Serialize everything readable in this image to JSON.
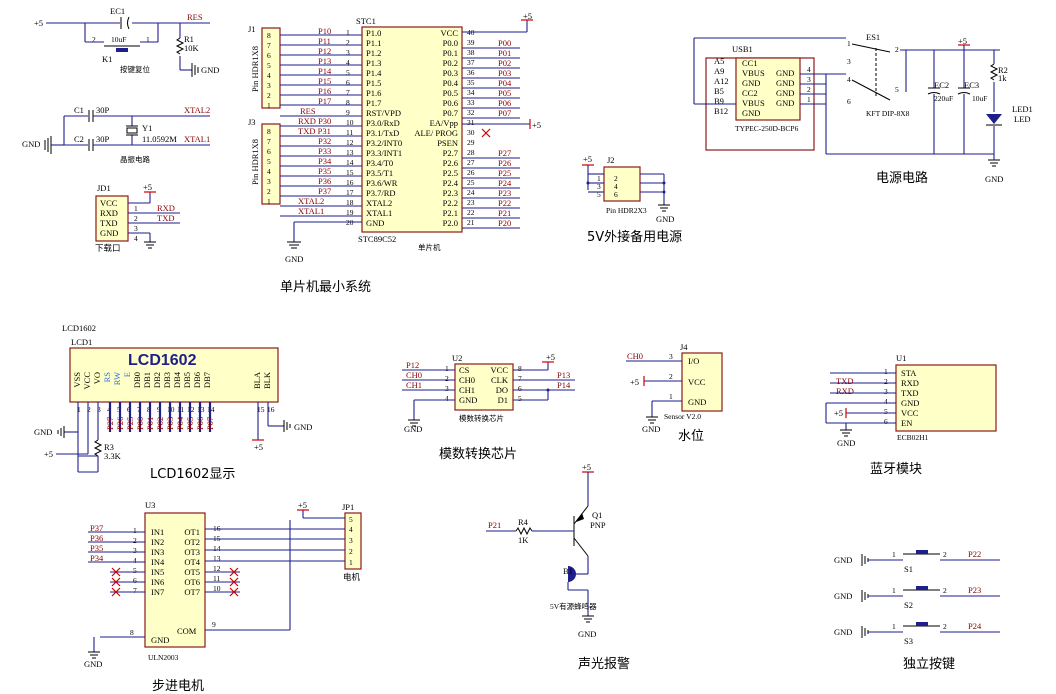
{
  "titles": {
    "mcu": "单片机最小系统",
    "power": "电源电路",
    "ext5v": "5V外接备用电源",
    "lcd": "LCD1602显示",
    "adc": "模数转换芯片",
    "water": "水位",
    "bt": "蓝牙模块",
    "stepper": "步进电机",
    "alarm": "声光报警",
    "keys": "独立按键"
  },
  "reset": {
    "vcc": "+5",
    "cap": "EC1",
    "cap_val": "10uF",
    "res": "R1",
    "res_val": "10K",
    "key": "K1",
    "label": "按键复位",
    "net": "RES",
    "gnd": "GND",
    "pin1": "1",
    "pin2": "2"
  },
  "crystal": {
    "c1": "C1",
    "c2": "C2",
    "c1v": "30P",
    "c2v": "30P",
    "y": "Y1",
    "y_val": "11.0592M",
    "xtal2": "XTAL2",
    "xtal1": "XTAL1",
    "label": "晶振电路",
    "gnd": "GND"
  },
  "jd1": {
    "ref": "JD1",
    "pins": [
      "VCC",
      "RXD",
      "TXD",
      "GND"
    ],
    "nums": [
      "1",
      "2",
      "3",
      "4"
    ],
    "vcc": "+5",
    "rxd": "RXD",
    "txd": "TXD",
    "label": "下载口"
  },
  "j1": {
    "ref": "J1",
    "name": "Pin HDR1X8",
    "nums": [
      "8",
      "7",
      "6",
      "5",
      "4",
      "3",
      "2",
      "1"
    ],
    "nets": [
      "P10",
      "P11",
      "P12",
      "P13",
      "P14",
      "P15",
      "P16",
      "P17"
    ]
  },
  "j3": {
    "ref": "J3",
    "name": "Pin HDR1X8",
    "nums": [
      "8",
      "7",
      "6",
      "5",
      "4",
      "3",
      "2",
      "1"
    ],
    "nets": [
      "RES",
      "RXD P30",
      "TXD P31",
      "P32",
      "P33",
      "P34",
      "P35",
      "P36",
      "P37",
      "XTAL2",
      "XTAL1"
    ]
  },
  "stc": {
    "ref": "STC1",
    "name": "STC89C52",
    "label": "单片机",
    "left_pins": [
      "P1.0",
      "P1.1",
      "P1.2",
      "P1.3",
      "P1.4",
      "P1.5",
      "P1.6",
      "P1.7",
      "RST/VPD",
      "P3.0/RxD",
      "P3.1/TxD",
      "P3.2/INT0",
      "P3.3/INT1",
      "P3.4/T0",
      "P3.5/T1",
      "P3.6/WR",
      "P3.7/RD",
      "XTAL2",
      "XTAL1",
      "GND"
    ],
    "left_nums": [
      "1",
      "2",
      "3",
      "4",
      "5",
      "6",
      "7",
      "8",
      "9",
      "10",
      "11",
      "12",
      "13",
      "14",
      "15",
      "16",
      "17",
      "18",
      "19",
      "20"
    ],
    "right_pins": [
      "VCC",
      "P0.0",
      "P0.1",
      "P0.2",
      "P0.3",
      "P0.4",
      "P0.5",
      "P0.6",
      "P0.7",
      "EA/Vpp",
      "ALE/ PROG",
      "PSEN",
      "P2.7",
      "P2.6",
      "P2.5",
      "P2.4",
      "P2.3",
      "P2.2",
      "P2.1",
      "P2.0"
    ],
    "right_nums": [
      "40",
      "39",
      "38",
      "37",
      "36",
      "35",
      "34",
      "33",
      "32",
      "31",
      "30",
      "29",
      "28",
      "27",
      "26",
      "25",
      "24",
      "23",
      "22",
      "21"
    ],
    "right_nets": [
      "",
      "P00",
      "P01",
      "P02",
      "P03",
      "P04",
      "P05",
      "P06",
      "P07",
      "",
      "",
      "",
      "P27",
      "P26",
      "P25",
      "P24",
      "P23",
      "P22",
      "P21",
      "P20"
    ],
    "vcc": "+5",
    "gnd": "GND"
  },
  "j2": {
    "ref": "J2",
    "name": "Pin HDR2X3",
    "vcc": "+5",
    "gnd": "GND",
    "nums": [
      "1",
      "2",
      "3",
      "4",
      "5",
      "6"
    ]
  },
  "power": {
    "es1": "ES1",
    "es1_name": "KFT DIP-8X8",
    "usb1": "USB1",
    "usb_name": "TYPEC-250D-BCP6",
    "usb_left_pins": [
      "A5",
      "A9",
      "A12",
      "B5",
      "B9",
      "B12"
    ],
    "usb_inner_left": [
      "CC1",
      "VBUS",
      "GND",
      "CC2",
      "VBUS",
      "GND"
    ],
    "usb_inner_right": [
      "GND",
      "GND",
      "GND",
      "GND"
    ],
    "usb_right_nums": [
      "4",
      "3",
      "2",
      "1"
    ],
    "ec2": "EC2",
    "ec2_val": "220uF",
    "ec3": "EC3",
    "ec3_val": "10uF",
    "r2": "R2",
    "r2_val": "1k",
    "led": "LED1",
    "led_val": "LED",
    "vcc": "+5",
    "gnd": "GND",
    "sw_nums": [
      "1",
      "2",
      "3",
      "4",
      "5",
      "6"
    ]
  },
  "lcd": {
    "ref": "LCD1602",
    "ref2": "LCD1",
    "name": "LCD1602",
    "pins": [
      "VSS",
      "VCC",
      "VO",
      "RS",
      "RW",
      "E",
      "DB0",
      "DB1",
      "DB2",
      "DB3",
      "DB4",
      "DB5",
      "DB6",
      "DB7",
      "BLA",
      "BLK"
    ],
    "nums": [
      "1",
      "2",
      "3",
      "4",
      "5",
      "6",
      "7",
      "8",
      "9",
      "10",
      "11",
      "12",
      "13",
      "14",
      "15",
      "16"
    ],
    "nets": [
      "P27",
      "P26",
      "P25",
      "P00",
      "P01",
      "P02",
      "P03",
      "P04",
      "P05",
      "P06",
      "P07"
    ],
    "gnd": "GND",
    "vcc": "+5",
    "r3": "R3",
    "r3_val": "3.3K"
  },
  "adc": {
    "ref": "U2",
    "name": "模数转换芯片",
    "left_pins": [
      "CS",
      "CH0",
      "CH1",
      "GND"
    ],
    "left_nums": [
      "1",
      "2",
      "3",
      "4"
    ],
    "right_pins": [
      "VCC",
      "CLK",
      "DO",
      "D1"
    ],
    "right_nums": [
      "8",
      "7",
      "6",
      "5"
    ],
    "left_nets": [
      "P12",
      "CH0",
      "CH1"
    ],
    "right_nets": [
      "P13",
      "P14"
    ],
    "vcc": "+5",
    "gnd": "GND"
  },
  "water": {
    "ref": "J4",
    "name": "Sensor V2.0",
    "pins": [
      "I/O",
      "VCC",
      "GND"
    ],
    "nums": [
      "3",
      "2",
      "1"
    ],
    "net": "CH0",
    "vcc": "+5",
    "gnd": "GND"
  },
  "bt": {
    "ref": "U1",
    "name": "ECB02H1",
    "pins": [
      "STA",
      "RXD",
      "TXD",
      "GND",
      "VCC",
      "EN"
    ],
    "nums": [
      "1",
      "2",
      "3",
      "4",
      "5",
      "6"
    ],
    "nets": [
      "TXD",
      "RXD"
    ],
    "vcc": "+5",
    "gnd": "GND"
  },
  "uln": {
    "ref": "U3",
    "name": "ULN2003",
    "left_pins": [
      "IN1",
      "IN2",
      "IN3",
      "IN4",
      "IN5",
      "IN6",
      "IN7"
    ],
    "left_nums": [
      "1",
      "2",
      "3",
      "4",
      "5",
      "6",
      "7"
    ],
    "right_pins": [
      "OT1",
      "OT2",
      "OT3",
      "OT4",
      "OT5",
      "OT6",
      "OT7"
    ],
    "right_nums": [
      "16",
      "15",
      "14",
      "13",
      "12",
      "11",
      "10"
    ],
    "nets": [
      "P37",
      "P36",
      "P35",
      "P34"
    ],
    "gnd_pin": "GND",
    "gnd_num": "8",
    "com": "COM",
    "com_num": "9",
    "gnd": "GND"
  },
  "jp1": {
    "ref": "JP1",
    "name": "电机",
    "nums": [
      "5",
      "4",
      "3",
      "2",
      "1"
    ],
    "vcc": "+5"
  },
  "alarm": {
    "q": "Q1",
    "q_type": "PNP",
    "r": "R4",
    "r_val": "1K",
    "net": "P21",
    "b": "B1",
    "b_label": "5V有源蜂鸣器",
    "vcc": "+5",
    "gnd": "GND"
  },
  "keys": [
    {
      "ref": "S1",
      "net": "P22",
      "gnd": "GND"
    },
    {
      "ref": "S2",
      "net": "P23",
      "gnd": "GND"
    },
    {
      "ref": "S3",
      "net": "P24",
      "gnd": "GND"
    }
  ]
}
